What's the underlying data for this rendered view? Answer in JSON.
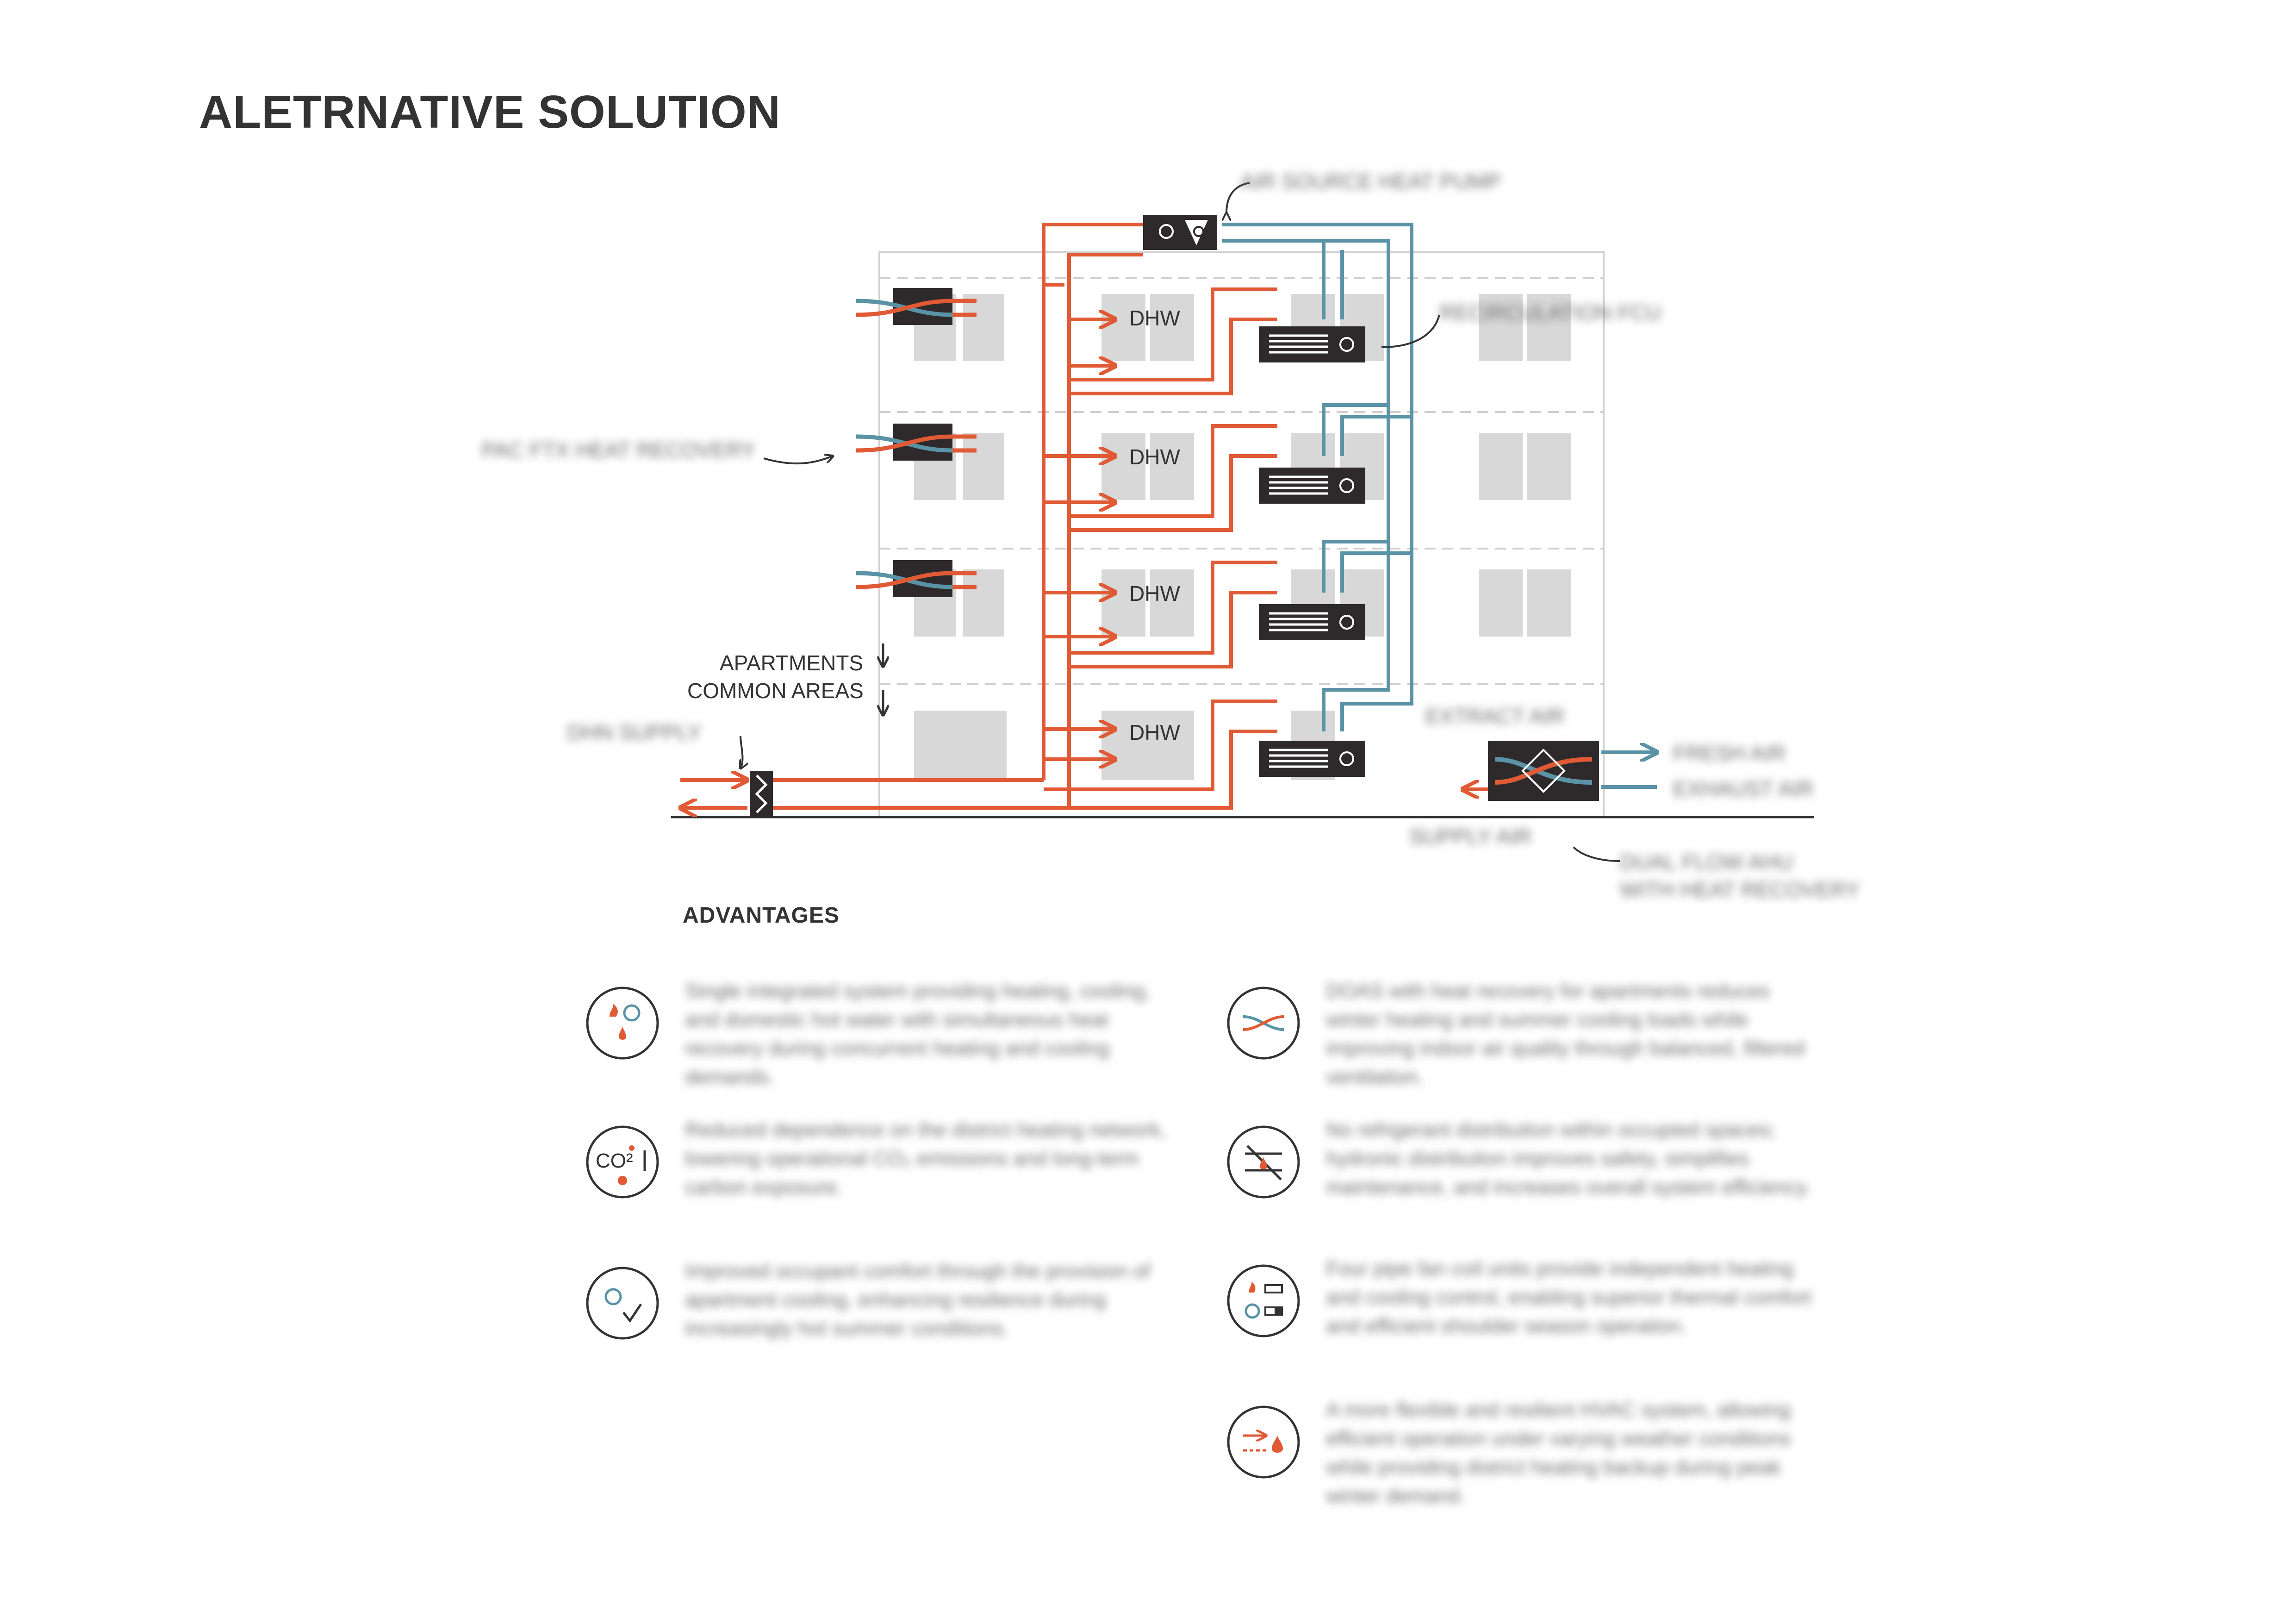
{
  "title": "ALETRNATIVE SOLUTION",
  "diagram": {
    "labels": {
      "dhw": "DHW",
      "apartments": "APARTMENTS",
      "common_areas": "COMMON AREAS",
      "air_source_heat_pump": "AIR SOURCE HEAT PUMP",
      "recirculation_fcu": "RECIRCULATION FCU",
      "pac_ftx_heat_recovery": "PAC FTX HEAT RECOVERY",
      "dhn_supply": "DHN SUPPLY",
      "extract_air": "EXTRACT AIR",
      "fresh_air": "FRESH AIR",
      "exhaust_air": "EXHAUST AIR",
      "supply_air": "SUPPLY AIR",
      "dual_flow_ahu_line1": "DUAL FLOW AHU",
      "dual_flow_ahu_line2": "WITH HEAT RECOVERY"
    },
    "colors": {
      "hot": "#e05a36",
      "cold": "#5b93a6",
      "unit": "#2e2a2b",
      "window": "#d9d8d8",
      "outline": "#cfcfcf"
    }
  },
  "advantages": {
    "heading": "ADVANTAGES",
    "left": [
      {
        "icon": "heat-cool-cycle-icon",
        "text": "Single integrated system providing heating, cooling, and domestic hot water with simultaneous heat recovery during concurrent heating and cooling demands."
      },
      {
        "icon": "co2-reduction-icon",
        "text": "Reduced dependence on the district heating network, lowering operational CO₂ emissions and long-term carbon exposure."
      },
      {
        "icon": "comfort-cooling-icon",
        "text": "Improved occupant comfort through the provision of apartment cooling, enhancing resilience during increasingly hot summer conditions."
      }
    ],
    "right": [
      {
        "icon": "heat-recovery-icon",
        "text": "DOAS with heat recovery for apartments reduces winter heating and summer cooling loads while improving indoor air quality through balanced, filtered ventilation."
      },
      {
        "icon": "no-refrigerant-icon",
        "text": "No refrigerant distribution within occupied spaces; hydronic distribution improves safety, simplifies maintenance, and increases overall system efficiency."
      },
      {
        "icon": "four-pipe-control-icon",
        "text": "Four pipe fan coil units provide independent heating and cooling control, enabling superior thermal comfort and efficient shoulder season operation."
      },
      {
        "icon": "flexible-system-icon",
        "text": "A more flexible and resilient HVAC system, allowing efficient operation under varying weather conditions while providing district heating backup during peak winter demand."
      }
    ]
  }
}
